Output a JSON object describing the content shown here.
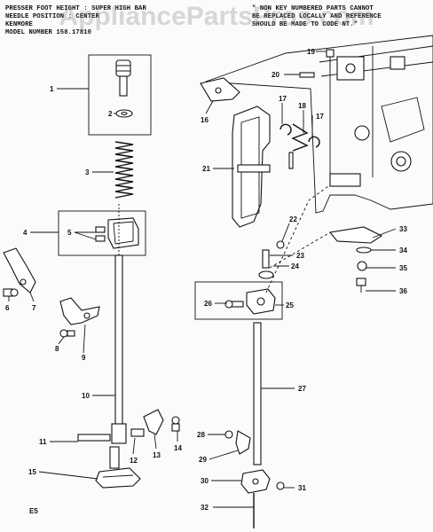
{
  "header": {
    "left_lines": [
      "PRESSER FOOT HEIGHT : SUPER HIGH BAR",
      "NEEDLE POSITION : CENTER",
      "KENMORE",
      "MODEL NUMBER 158.17810"
    ],
    "right_lines": [
      "\" NON KEY NUMBERED PARTS CANNOT",
      "BE REPLACED LOCALLY AND REFERENCE",
      "SHOULD BE MADE TO CODE NT.\""
    ]
  },
  "watermark": "AppliancePartsPros.com",
  "footer_code": "E5",
  "part_labels": [
    "1",
    "2",
    "3",
    "4",
    "5",
    "6",
    "7",
    "8",
    "9",
    "10",
    "11",
    "12",
    "13",
    "14",
    "15",
    "16",
    "17",
    "17",
    "18",
    "19",
    "20",
    "21",
    "22",
    "23",
    "24",
    "25",
    "26",
    "27",
    "28",
    "29",
    "30",
    "31",
    "32",
    "33",
    "34",
    "35",
    "36"
  ]
}
